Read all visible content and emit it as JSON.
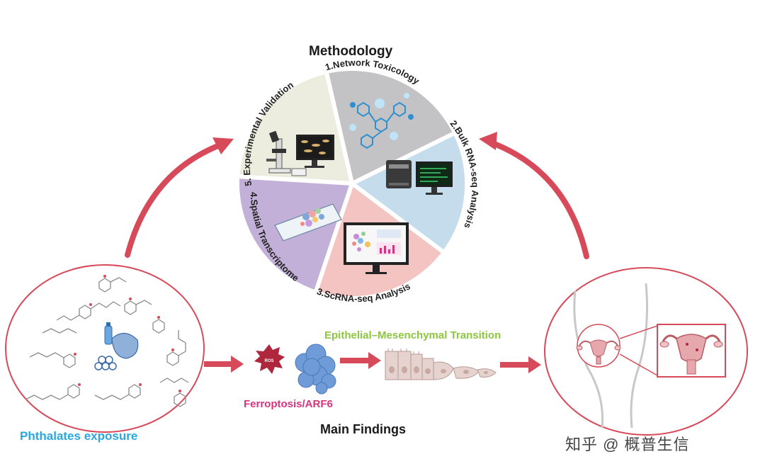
{
  "title": "Methodology",
  "segments": [
    {
      "label": "1.Network Toxicology",
      "color": "#c3c3c5"
    },
    {
      "label": "2.Bulk RNA-seq Analysis",
      "color": "#c4dcec"
    },
    {
      "label": "3.ScRNA-seq Analysis",
      "color": "#f4c4c2"
    },
    {
      "label": "4.Spatial Transcriptome",
      "color": "#c3b0d8"
    },
    {
      "label": "5. Experimental Validation",
      "color": "#ecedde"
    }
  ],
  "left_panel_label": "Phthalates exposure",
  "ros_label": "ROS",
  "ferroptosis_label": "Ferroptosis/ARF6",
  "emt_label": "Epithelial–Mesenchymal Transition",
  "bottom_title": "Main Findings",
  "watermark": "知乎 @ 概普生信",
  "colors": {
    "arrow": "#d74a5a",
    "accent_blue": "#29a7de",
    "accent_pink": "#d8337d",
    "accent_green": "#8cc63f"
  }
}
